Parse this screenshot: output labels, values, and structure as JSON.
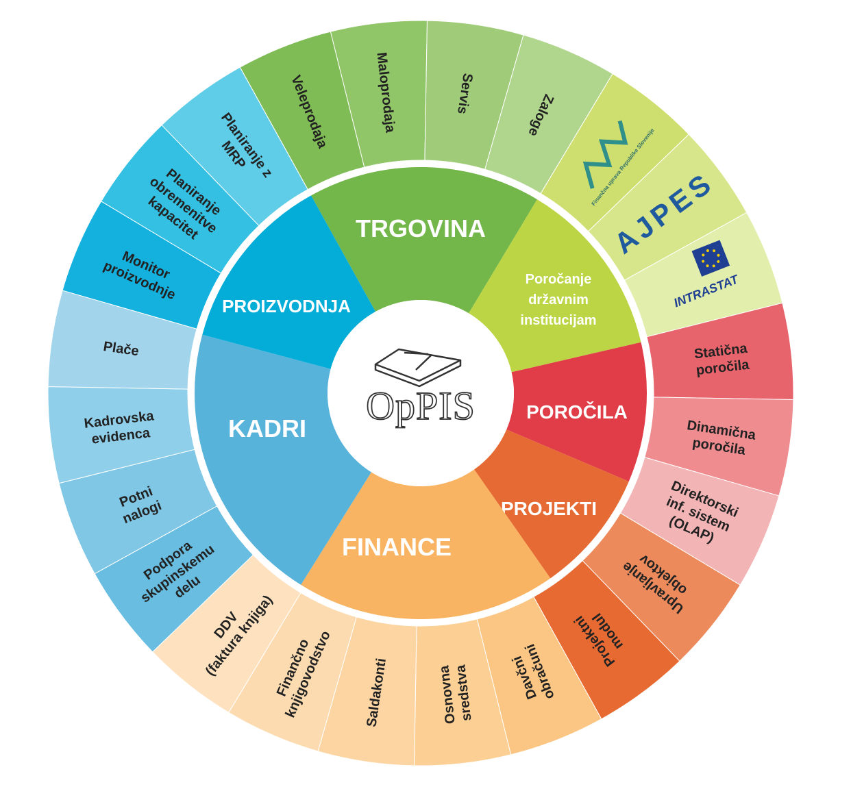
{
  "center": {
    "logo_text": "OpPIS"
  },
  "inner_segments": [
    {
      "key": "trgovina",
      "label": [
        "TRGOVINA"
      ],
      "color": "#73b64a"
    },
    {
      "key": "porocanje",
      "label": [
        "Poročanje",
        "državnim",
        "institucijam"
      ],
      "color": "#bcd544"
    },
    {
      "key": "porocila",
      "label": [
        "POROČILA"
      ],
      "color": "#e13d48"
    },
    {
      "key": "projekti",
      "label": [
        "PROJEKTI"
      ],
      "color": "#e66a33"
    },
    {
      "key": "finance",
      "label": [
        "FINANCE"
      ],
      "color": "#f9b463"
    },
    {
      "key": "kadri",
      "label": [
        "KADRI"
      ],
      "color": "#58b3db"
    },
    {
      "key": "proizvodnja",
      "label": [
        "PROIZVODNJA"
      ],
      "color": "#03add7"
    }
  ],
  "outer_segments": [
    {
      "key": "veleprodaja",
      "label": [
        "Veleprodaja"
      ],
      "color": "#7fbc55"
    },
    {
      "key": "maloprodaja",
      "label": [
        "Maloprodaja"
      ],
      "color": "#90c568"
    },
    {
      "key": "servis",
      "label": [
        "Servis"
      ],
      "color": "#a0cc7a"
    },
    {
      "key": "zaloge",
      "label": [
        "Zaloge"
      ],
      "color": "#b0d58d"
    },
    {
      "key": "fu-logo",
      "label": [
        "Finančna uprava Republike Slovenije"
      ],
      "color": "#cfdf6f",
      "logo": "furs-logo"
    },
    {
      "key": "ajpes-logo",
      "label": [
        "AJPES"
      ],
      "color": "#d7e68a",
      "logo": "ajpes-logo"
    },
    {
      "key": "intrastat-logo",
      "label": [
        "INTRASTAT"
      ],
      "color": "#e2eeab",
      "logo": "intrastat-logo"
    },
    {
      "key": "staticna",
      "label": [
        "Statična",
        "poročila"
      ],
      "color": "#e8646c"
    },
    {
      "key": "dinamicna",
      "label": [
        "Dinamična",
        "poročila"
      ],
      "color": "#ee8c90"
    },
    {
      "key": "direktorski",
      "label": [
        "Direktorski",
        "inf. sistem",
        "(OLAP)"
      ],
      "color": "#f3b4b5"
    },
    {
      "key": "upravljanje",
      "label": [
        "Upravljanje",
        "objektov"
      ],
      "color": "#ec8a5b"
    },
    {
      "key": "projektni",
      "label": [
        "Projektni",
        "modul"
      ],
      "color": "#e76a33"
    },
    {
      "key": "davcni",
      "label": [
        "Davčni",
        "obračuni"
      ],
      "color": "#fbc683"
    },
    {
      "key": "osnovna",
      "label": [
        "Osnovna",
        "sredstva"
      ],
      "color": "#fccf95"
    },
    {
      "key": "saldakonti",
      "label": [
        "Saldakonti"
      ],
      "color": "#fcd5a2"
    },
    {
      "key": "financno",
      "label": [
        "Finančno",
        "knjigovodstvo"
      ],
      "color": "#fddbb0"
    },
    {
      "key": "ddv",
      "label": [
        "DDV",
        "(faktura knjiga)"
      ],
      "color": "#fee2bf"
    },
    {
      "key": "podpora",
      "label": [
        "Podpora",
        "skupinskemu",
        "delu"
      ],
      "color": "#68bde0"
    },
    {
      "key": "potni",
      "label": [
        "Potni",
        "nalogi"
      ],
      "color": "#80c7e6"
    },
    {
      "key": "kadrovska",
      "label": [
        "Kadrovska",
        "evidenca"
      ],
      "color": "#90cfe9"
    },
    {
      "key": "place",
      "label": [
        "Plače"
      ],
      "color": "#a2d5ec"
    },
    {
      "key": "monitor",
      "label": [
        "Monitor",
        "proizvodnje"
      ],
      "color": "#14b1df"
    },
    {
      "key": "planiranje-obr",
      "label": [
        "Planiranje",
        "obremenitve",
        "kapacitet"
      ],
      "color": "#33c0e2"
    },
    {
      "key": "planiranje-mrp",
      "label": [
        "Planiranje z",
        "MRP"
      ],
      "color": "#5fcde8"
    }
  ]
}
